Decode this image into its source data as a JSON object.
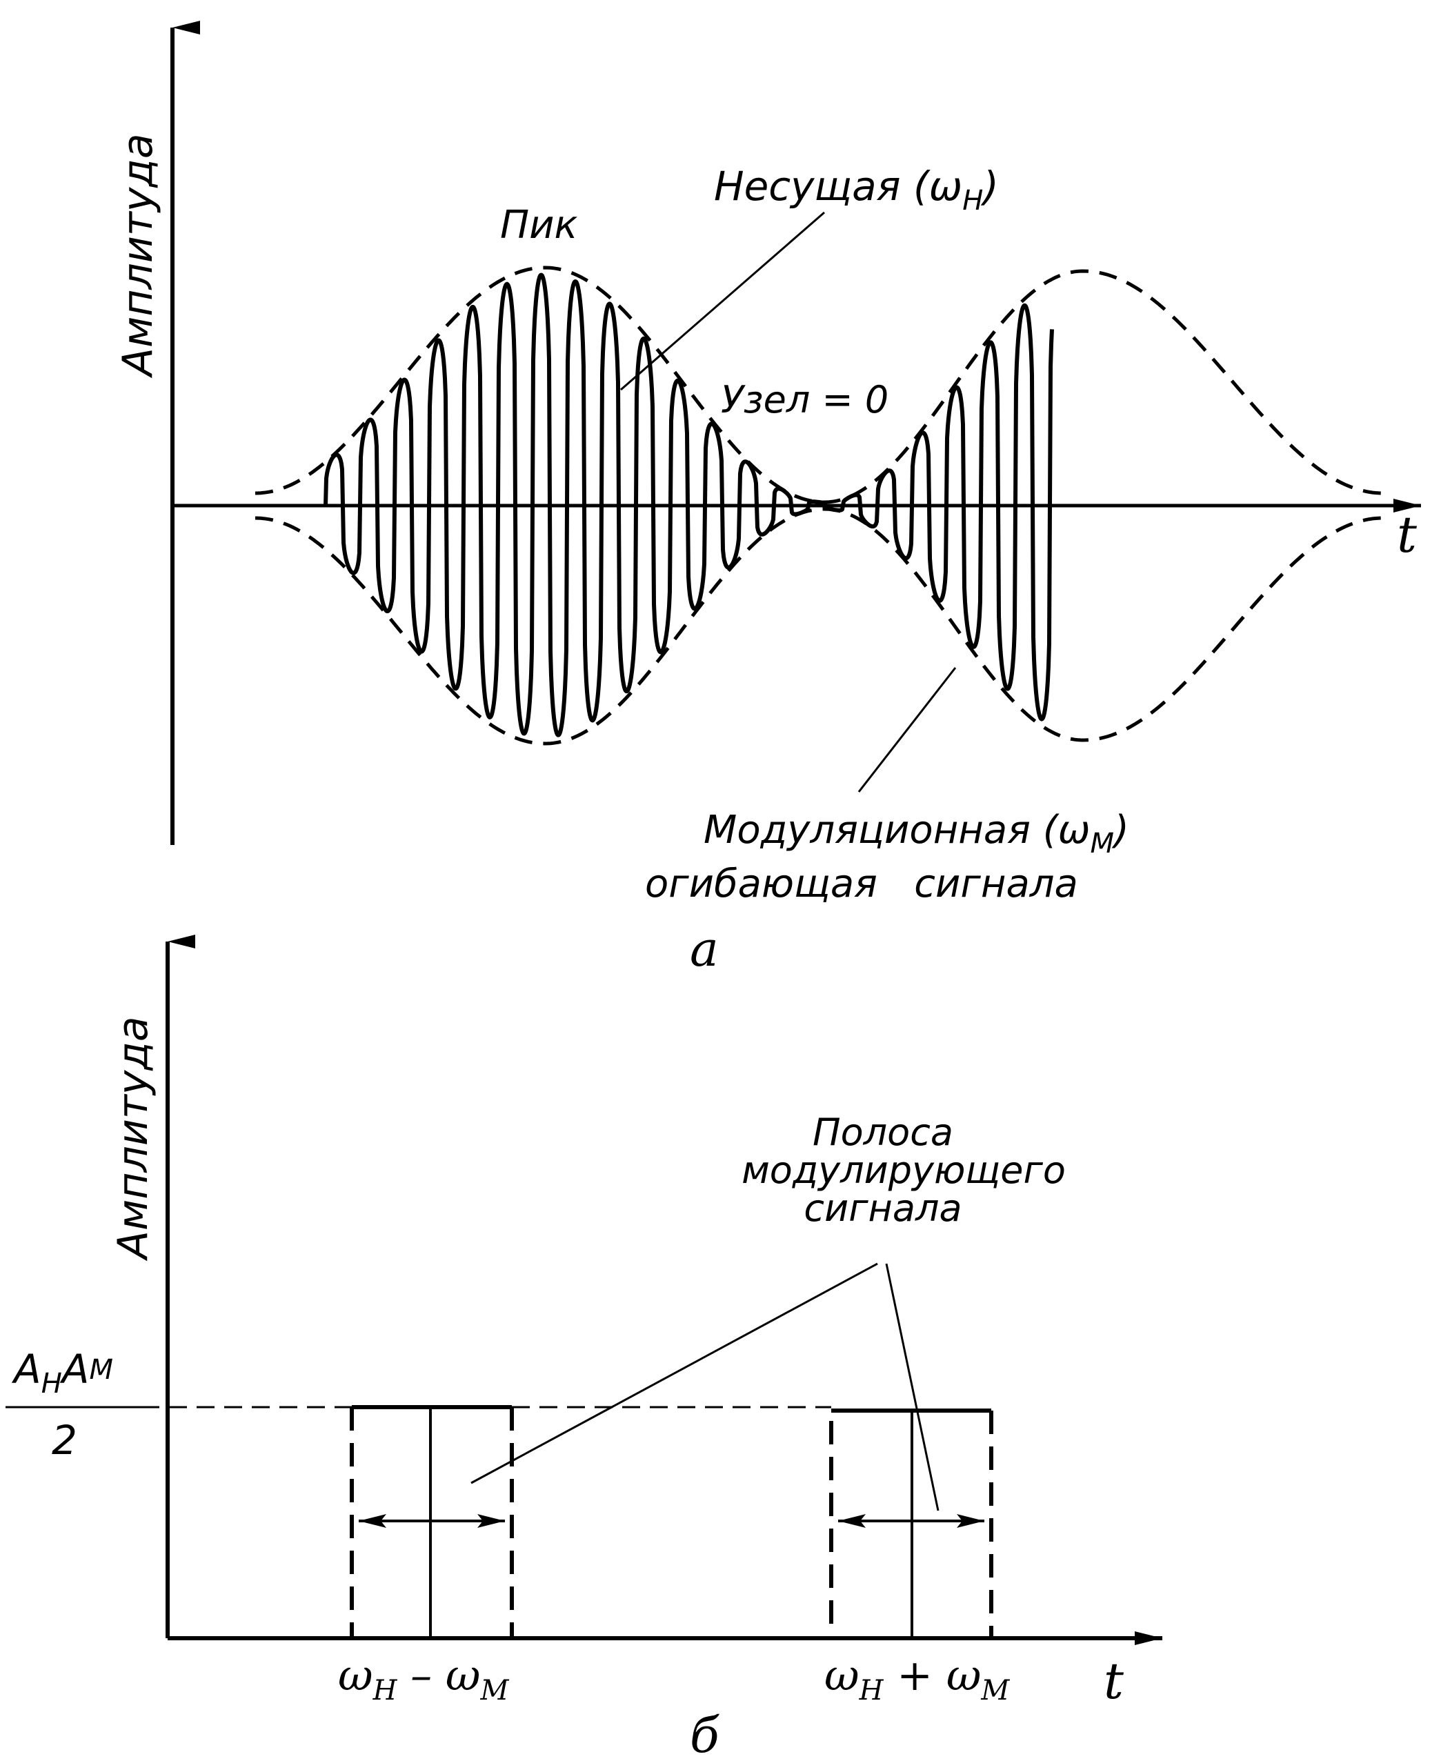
{
  "panel_a": {
    "y_axis_label": "Амплитуда",
    "x_axis_label": "t",
    "peak_label": "Пик",
    "carrier_label": "Несущая (ω",
    "carrier_sub": "Н",
    "carrier_close": ")",
    "node_label": "Узел = 0",
    "envelope_label_1": "Модуляционная (ω",
    "envelope_sub": "М",
    "envelope_close": ")",
    "envelope_label_2": "огибающая   сигнала",
    "caption": "а"
  },
  "panel_b": {
    "y_axis_label": "Амплитуда",
    "x_axis_label": "t",
    "level_num_a": "А",
    "level_sub_h": "Н",
    "level_num_b": "А",
    "level_sub_m": "М",
    "level_den": "2",
    "band_label_1": "Полоса",
    "band_label_2": "модулирующего",
    "band_label_3": "сигнала",
    "lower_omega_1": "ω",
    "lower_sub_1": "Н",
    "lower_op": " – ω",
    "lower_sub_2": "М",
    "upper_omega_1": "ω",
    "upper_sub_1": "Н",
    "upper_op": " + ω",
    "upper_sub_2": "М",
    "caption": "б"
  }
}
